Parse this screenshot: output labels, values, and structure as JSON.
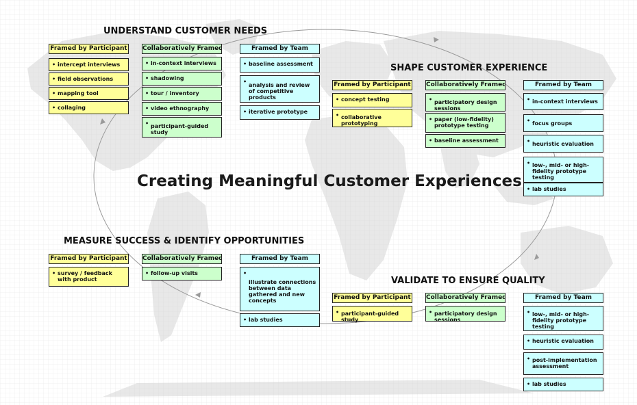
{
  "title": "Creating Meaningful Customer Experiences",
  "colors": {
    "participant": "#ffff99",
    "collaborative": "#ccffcc",
    "team": "#ccffff",
    "map": "#e6e6e6"
  },
  "sections": {
    "understand": {
      "title": "UNDERSTAND CUSTOMER NEEDS",
      "participant": {
        "header": "Framed by Participant",
        "items": [
          "intercept interviews",
          "field observations",
          "mapping tool",
          "collaging"
        ]
      },
      "collaborative": {
        "header": "Collaboratively Framed",
        "items": [
          "in-context interviews",
          "shadowing",
          "tour / inventory",
          "video ethnography",
          "participant-guided study"
        ]
      },
      "team": {
        "header": "Framed by Team",
        "items": [
          "baseline assessment",
          "analysis and review of competitive products",
          "iterative prototype"
        ]
      }
    },
    "shape": {
      "title": "SHAPE CUSTOMER EXPERIENCE",
      "participant": {
        "header": "Framed by Participant",
        "items": [
          "concept testing",
          "collaborative prototyping"
        ]
      },
      "collaborative": {
        "header": "Collaboratively Framed",
        "items": [
          "participatory design sessions",
          "paper  (low-fidelity) prototype testing",
          "baseline assessment"
        ]
      },
      "team": {
        "header": "Framed by Team",
        "items": [
          "in-context interviews",
          "focus groups",
          "heuristic evaluation",
          "low-, mid- or high-fidelity prototype testing",
          "lab studies"
        ]
      }
    },
    "measure": {
      "title": "MEASURE SUCCESS & IDENTIFY OPPORTUNITIES",
      "participant": {
        "header": "Framed by Participant",
        "items": [
          "survey / feedback with product"
        ]
      },
      "collaborative": {
        "header": "Collaboratively Framed",
        "items": [
          "follow-up visits"
        ]
      },
      "team": {
        "header": "Framed by Team",
        "items": [
          "illustrate connections between data gathered and new concepts",
          "lab studies"
        ]
      }
    },
    "validate": {
      "title": "VALIDATE TO ENSURE QUALITY",
      "participant": {
        "header": "Framed by Participant",
        "items": [
          "participant-guided study"
        ]
      },
      "collaborative": {
        "header": "Collaboratively Framed",
        "items": [
          "participatory design sessions"
        ]
      },
      "team": {
        "header": "Framed by Team",
        "items": [
          "low-, mid- or high-fidelity prototype testing",
          "heuristic evaluation",
          "post-implementation assessment",
          "lab studies"
        ]
      }
    }
  }
}
